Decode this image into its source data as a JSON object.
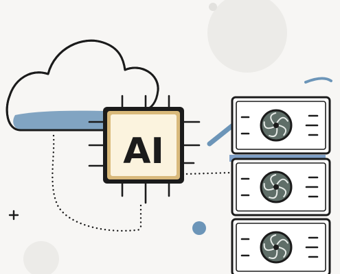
{
  "chip": {
    "label": "AI",
    "icon": "ai-chip-icon",
    "fill_color": "#fbf3de",
    "border_color": "#d9b97a"
  },
  "cloud": {
    "icon": "cloud-icon",
    "accent_color": "#6c95b8"
  },
  "servers": [
    {
      "name": "server-unit-top",
      "icon": "server-fan-icon"
    },
    {
      "name": "server-unit-middle",
      "icon": "server-fan-icon"
    },
    {
      "name": "server-unit-bottom",
      "icon": "server-fan-icon"
    }
  ],
  "connectors": {
    "style": "dotted",
    "accent_color": "#6c95b8"
  },
  "decorations": {
    "plus_icon": "plus-icon",
    "dot_color": "#6c95b8",
    "blob_color": "#ecebe8"
  }
}
